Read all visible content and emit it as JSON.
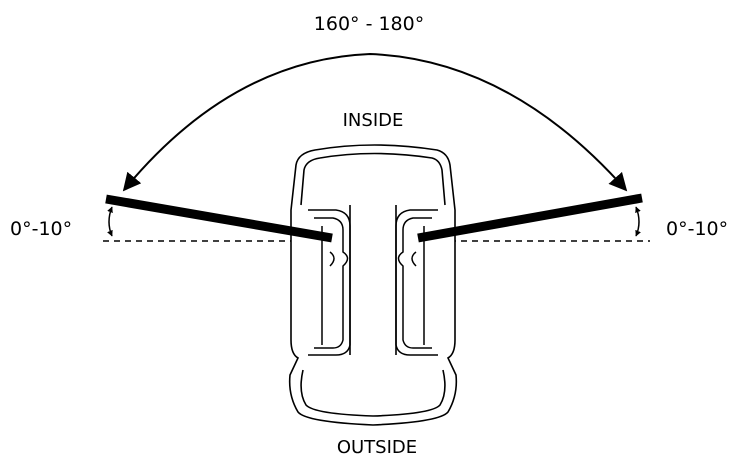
{
  "labels": {
    "total_angle": "160° - 180°",
    "inside": "INSIDE",
    "outside": "OUTSIDE",
    "left_angle": "0°-10°",
    "right_angle": "0°-10°"
  },
  "colors": {
    "line": "#000000",
    "background": "#ffffff"
  }
}
